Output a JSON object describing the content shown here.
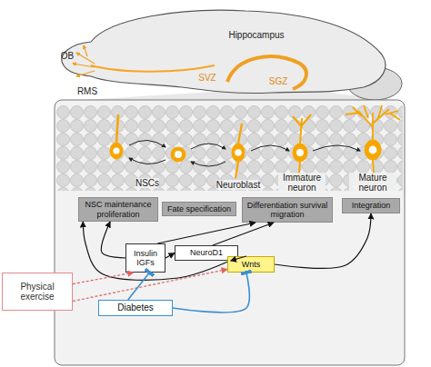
{
  "diagram": {
    "nodes": [
      {
        "text": [
          "NSC maintenance proliferation"
        ]
      },
      {
        "text": [
          "Fate specification"
        ]
      },
      {
        "text": [
          "Differentiation survival migration"
        ]
      },
      {
        "text": [
          "Integration"
        ]
      },
      {
        "text": [
          "Insulin IGFs"
        ]
      },
      {
        "text": [
          "NeuroD1"
        ]
      },
      {
        "text": [
          "Physical exercise"
        ]
      },
      {
        "text": [
          "Wnts"
        ]
      },
      {
        "text": [
          "Diabetes"
        ]
      }
    ],
    "edges": [
      {
        "from": 4,
        "to": 0,
        "arrow": "to"
      },
      {
        "from": 4,
        "to": 2,
        "arrow": "to"
      },
      {
        "from": 4,
        "to": 5,
        "arrow": "to"
      },
      {
        "from": 5,
        "to": 2,
        "arrow": "to"
      },
      {
        "from": 7,
        "to": 5,
        "arrow": "to"
      },
      {
        "from": 7,
        "to": 0,
        "arrow": "to"
      },
      {
        "from": 7,
        "to": 3,
        "arrow": "to"
      },
      {
        "from": 6,
        "to": 4,
        "arrow": "to"
      },
      {
        "from": 6,
        "to": 7,
        "arrow": "to"
      },
      {
        "from": 8,
        "to": 4,
        "arrow": "to"
      },
      {
        "from": 8,
        "to": 7,
        "arrow": "to"
      }
    ],
    "labels": [
      "Hippocampus",
      "OB",
      "RMS",
      "SVZ",
      "SGZ",
      "NSCs",
      "Neuroblast",
      "Immature neuron",
      "Mature neuron"
    ]
  }
}
